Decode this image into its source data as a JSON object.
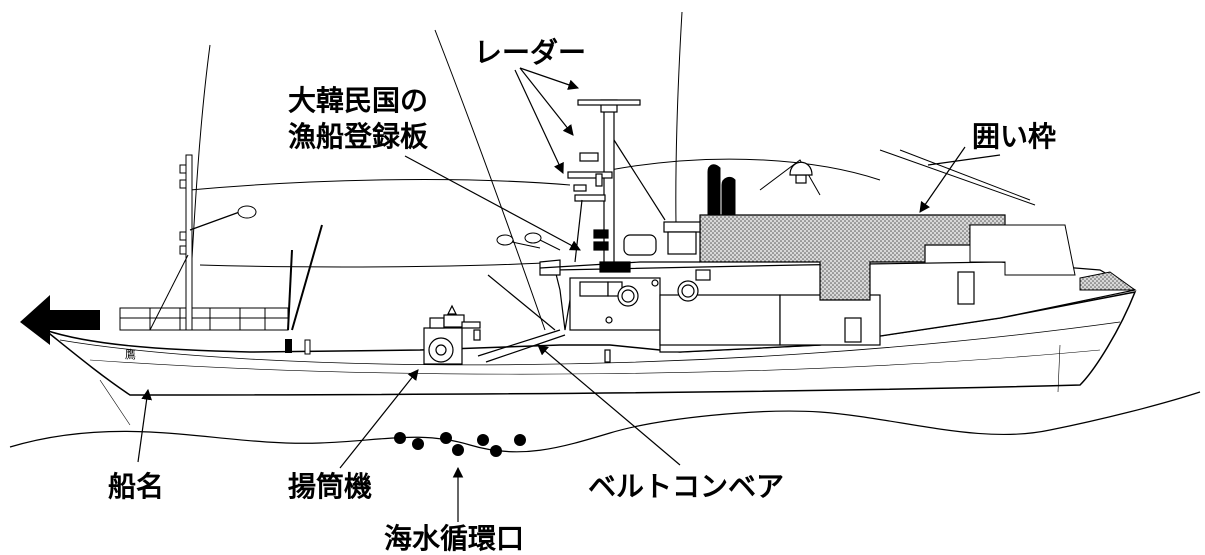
{
  "labels": {
    "radar": "レーダー",
    "registration_line1": "大韓民国の",
    "registration_line2": "漁船登録板",
    "enclosure": "囲い枠",
    "ship_name": "船名",
    "line_hauler": "揚筒機",
    "belt_conveyor": "ベルトコンベア",
    "seawater_outlet": "海水循環口",
    "hull_marking": "鷹"
  },
  "colors": {
    "line": "#000000",
    "hatch": "#9a9a9a",
    "background": "#ffffff"
  }
}
